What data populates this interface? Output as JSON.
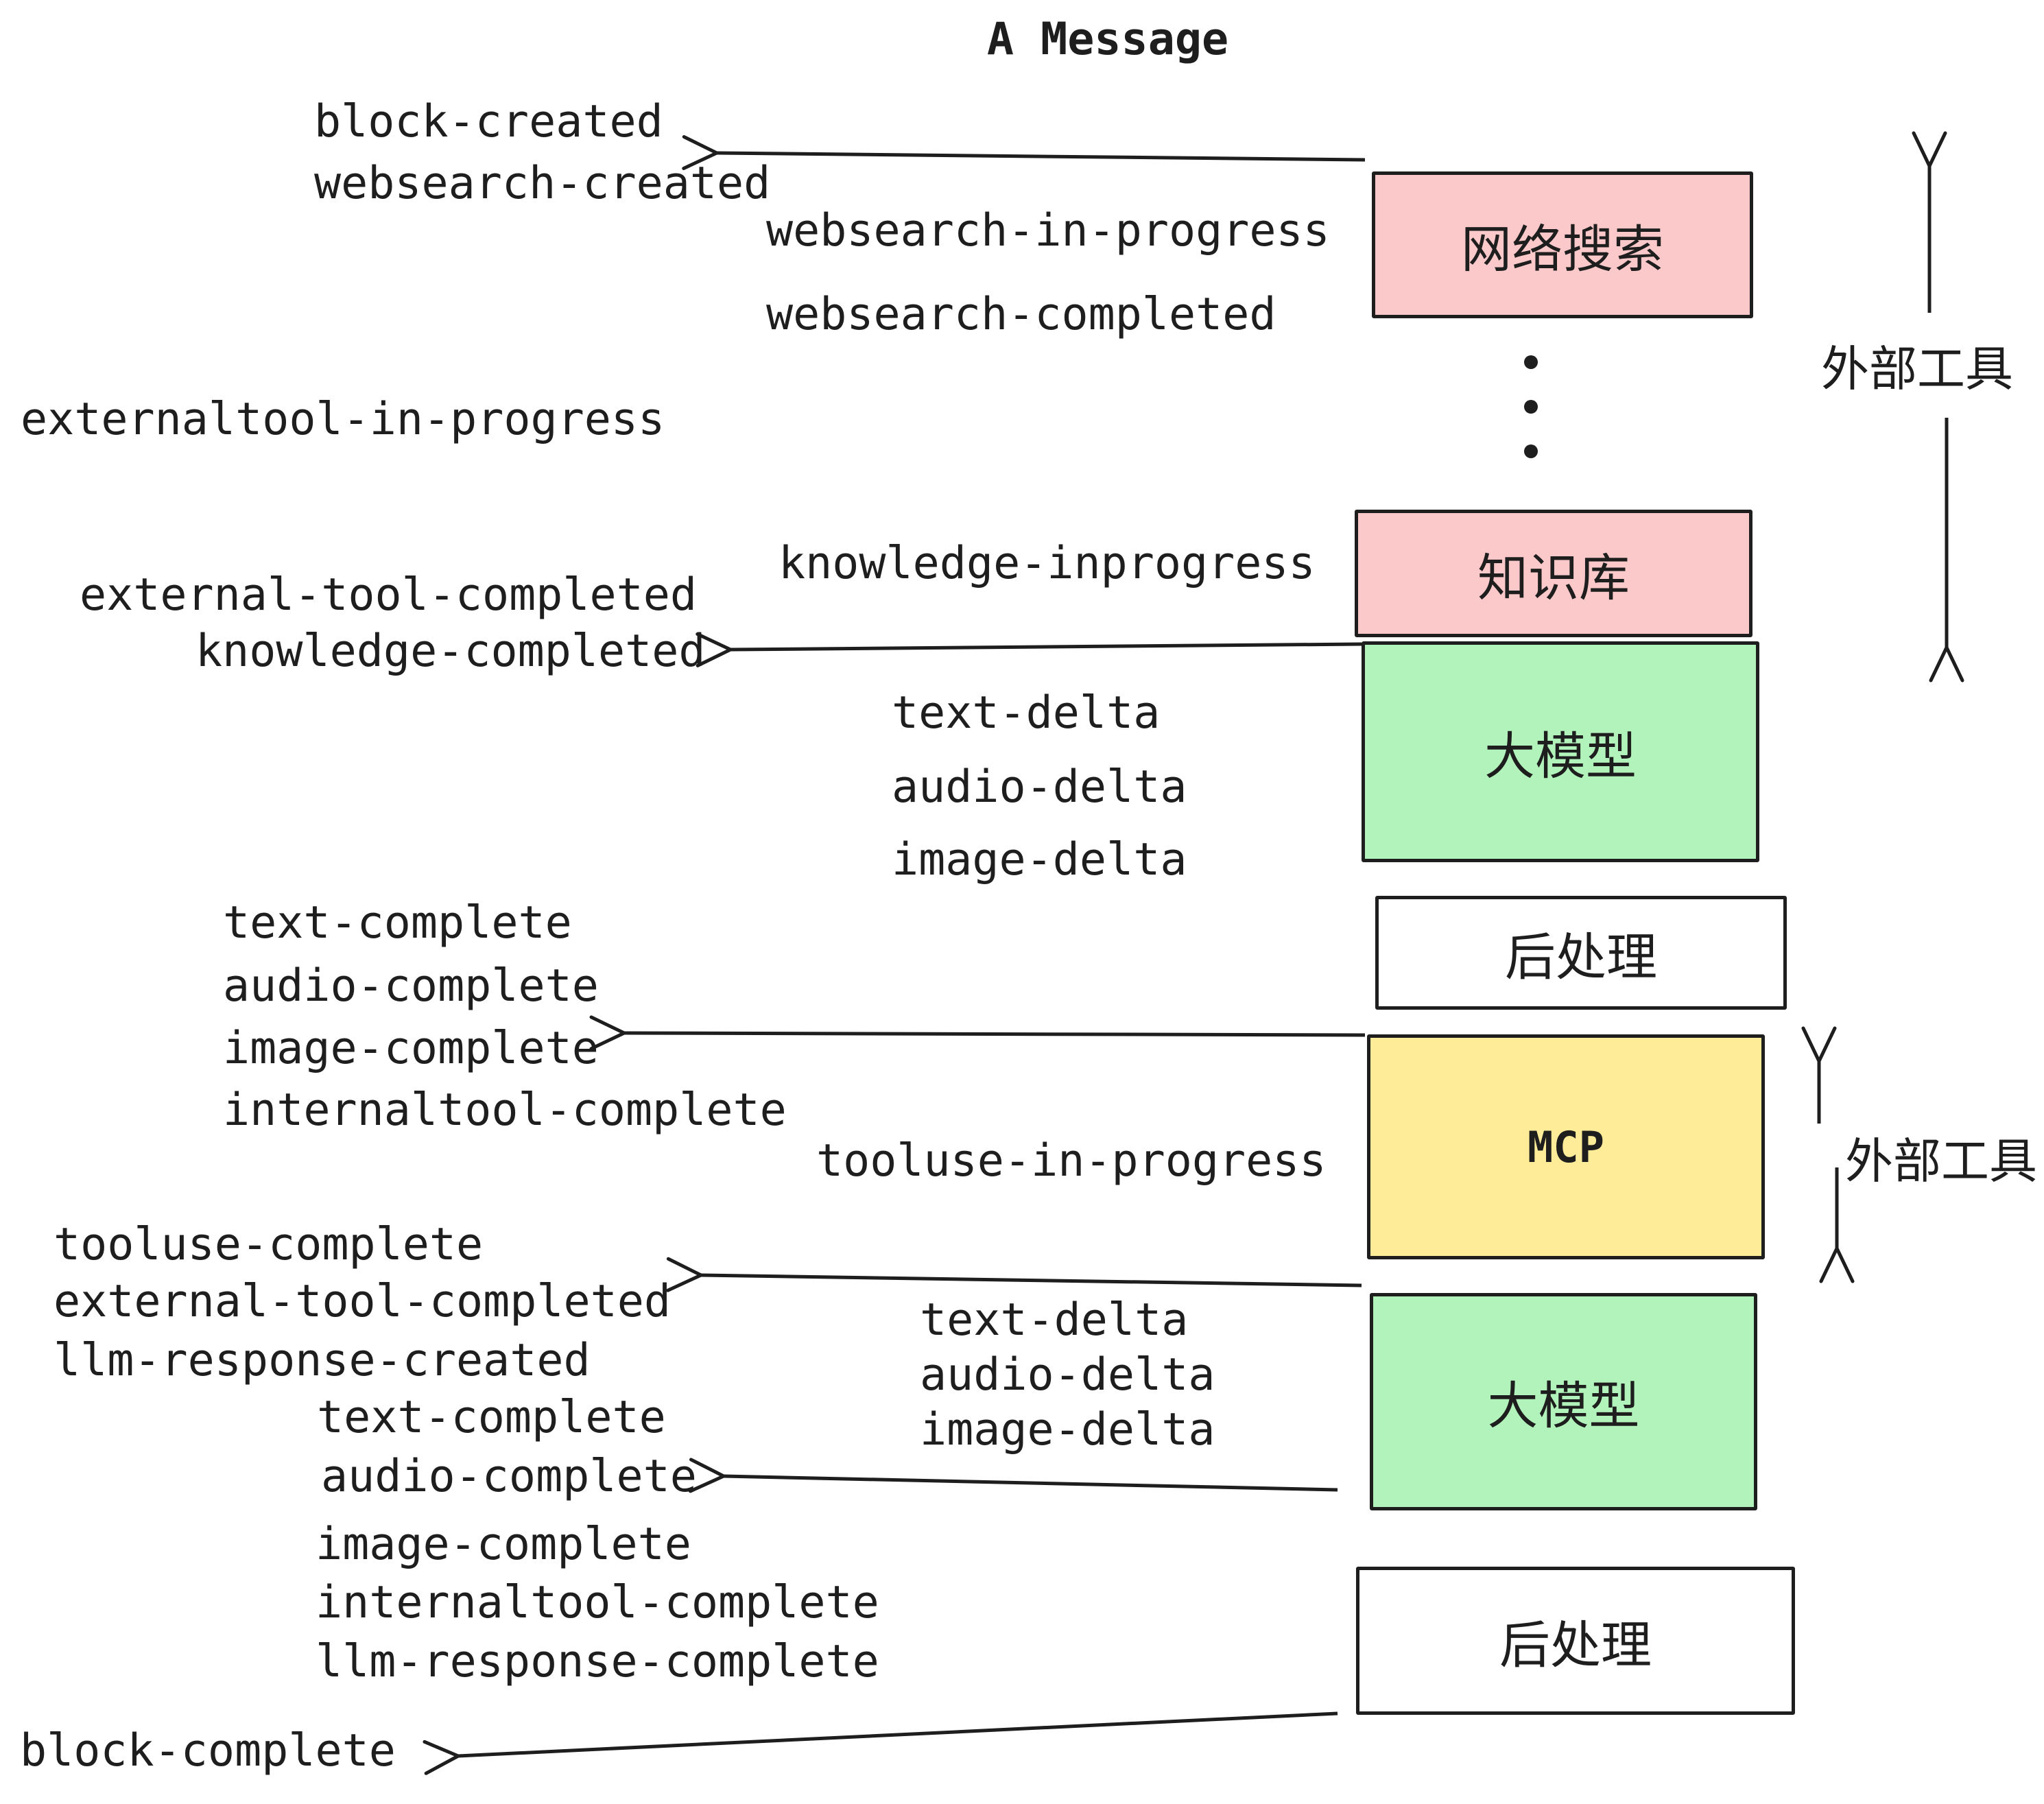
{
  "title": "A Message",
  "colors": {
    "pink": "#fbc9c9",
    "green": "#b2f2bb",
    "yellow": "#ffec99",
    "white": "#ffffff",
    "ink": "#1e1e1e"
  },
  "boxes": {
    "websearch": "网络搜索",
    "knowledge": "知识库",
    "llm_top": "大模型",
    "postprocess_top": "后处理",
    "mcp": "MCP",
    "llm_bottom": "大模型",
    "postprocess_bottom": "后处理"
  },
  "side_labels": {
    "external_tools_top": "外部工具",
    "external_tools_bottom": "外部工具"
  },
  "events": {
    "block_created": "block-created",
    "websearch_created": "websearch-created",
    "websearch_in_progress": "websearch-in-progress",
    "websearch_completed": "websearch-completed",
    "externaltool_in_progress": "externaltool-in-progress",
    "knowledge_inprogress": "knowledge-inprogress",
    "external_tool_completed_1": "external-tool-completed",
    "knowledge_completed": "knowledge-completed",
    "text_delta_1": "text-delta",
    "audio_delta_1": "audio-delta",
    "image_delta_1": "image-delta",
    "text_complete_1": "text-complete",
    "audio_complete_1": "audio-complete",
    "image_complete_1": "image-complete",
    "internaltool_complete_1": "internaltool-complete",
    "tooluse_in_progress": "tooluse-in-progress",
    "tooluse_complete": "tooluse-complete",
    "external_tool_completed_2": "external-tool-completed",
    "llm_response_created": "llm-response-created",
    "text_complete_2": "text-complete",
    "audio_complete_2": "audio-complete",
    "text_delta_2": "text-delta",
    "audio_delta_2": "audio-delta",
    "image_delta_2": "image-delta",
    "image_complete_2": "image-complete",
    "internaltool_complete_2": "internaltool-complete",
    "llm_response_complete": "llm-response-complete",
    "block_complete": "block-complete"
  }
}
